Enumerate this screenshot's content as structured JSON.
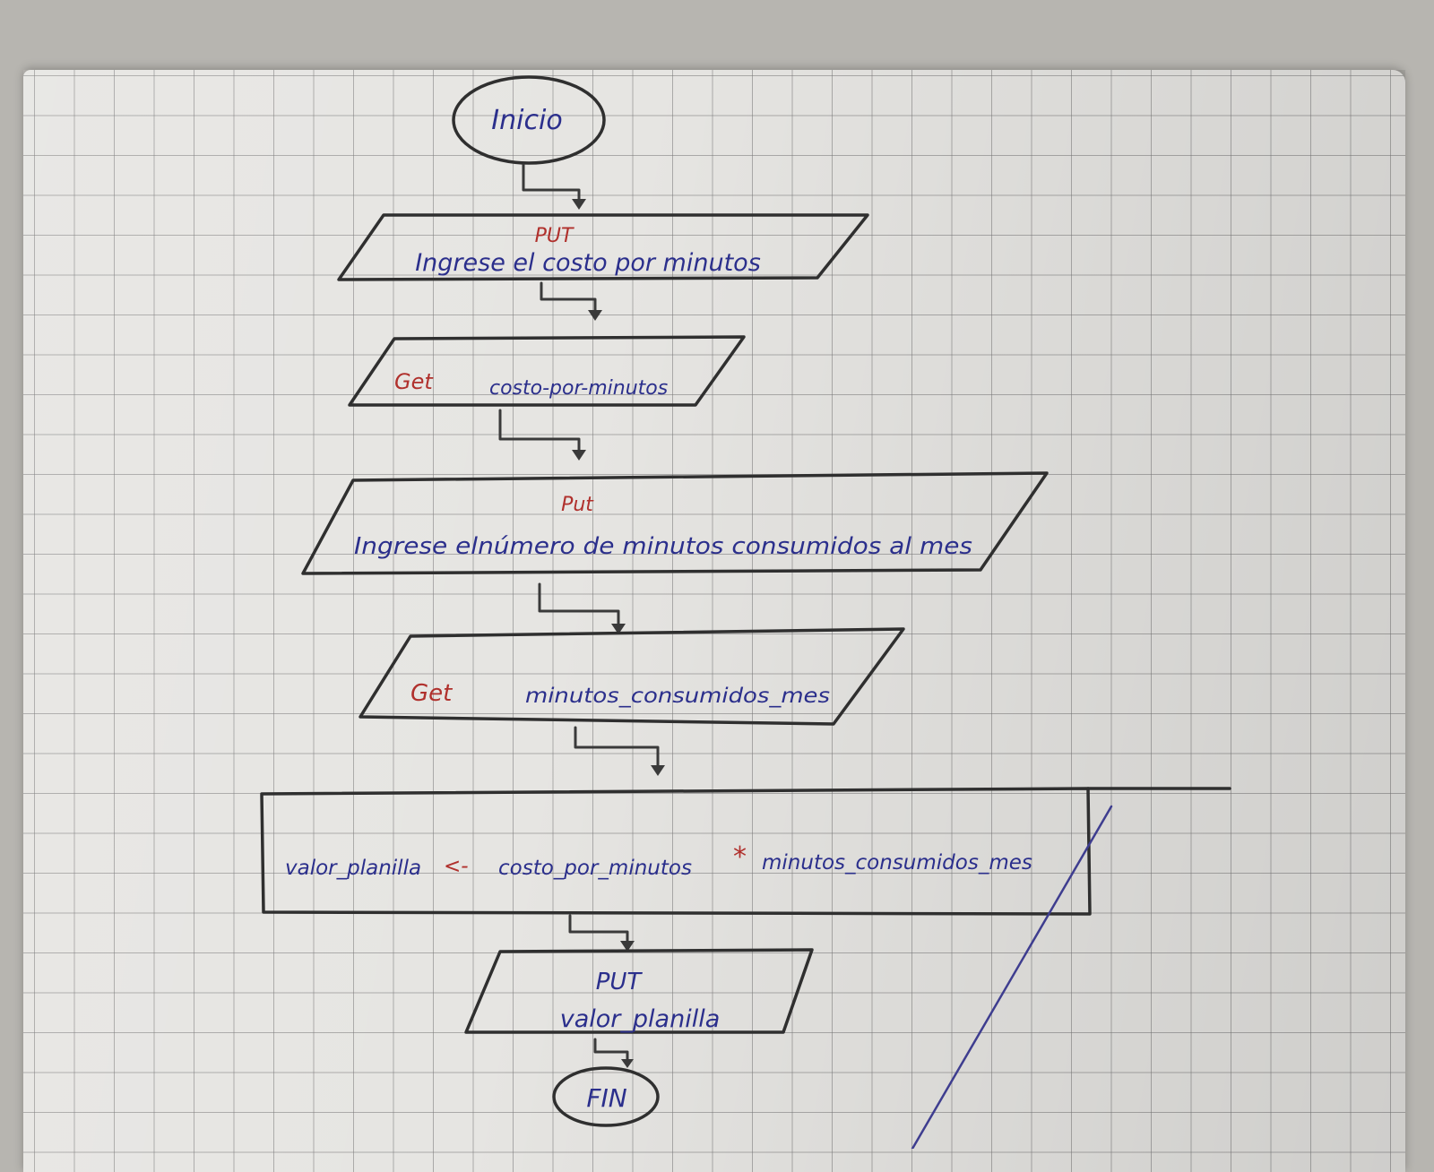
{
  "colors": {
    "ink_blue": "#2b2f8c",
    "ink_red": "#b0302c",
    "pencil": "#2f2f2f",
    "stray_line": "#3e3d8f"
  },
  "flowchart": {
    "start": {
      "label": "Inicio"
    },
    "step1": {
      "keyword": "PUT",
      "text": "Ingrese el costo por minutos"
    },
    "step2": {
      "keyword": "Get",
      "text": "costo-por-minutos"
    },
    "step3": {
      "keyword": "Put",
      "text": "Ingrese elnúmero de minutos consumidos al mes"
    },
    "step4": {
      "keyword": "Get",
      "text": "minutos_consumidos_mes"
    },
    "process": {
      "lhs": "valor_planilla",
      "assign": "<-",
      "op1": "costo_por_minutos",
      "operator": "*",
      "op2": "minutos_consumidos_mes"
    },
    "step5": {
      "keyword": "PUT",
      "text": "valor_planilla"
    },
    "end": {
      "label": "FIN"
    }
  }
}
